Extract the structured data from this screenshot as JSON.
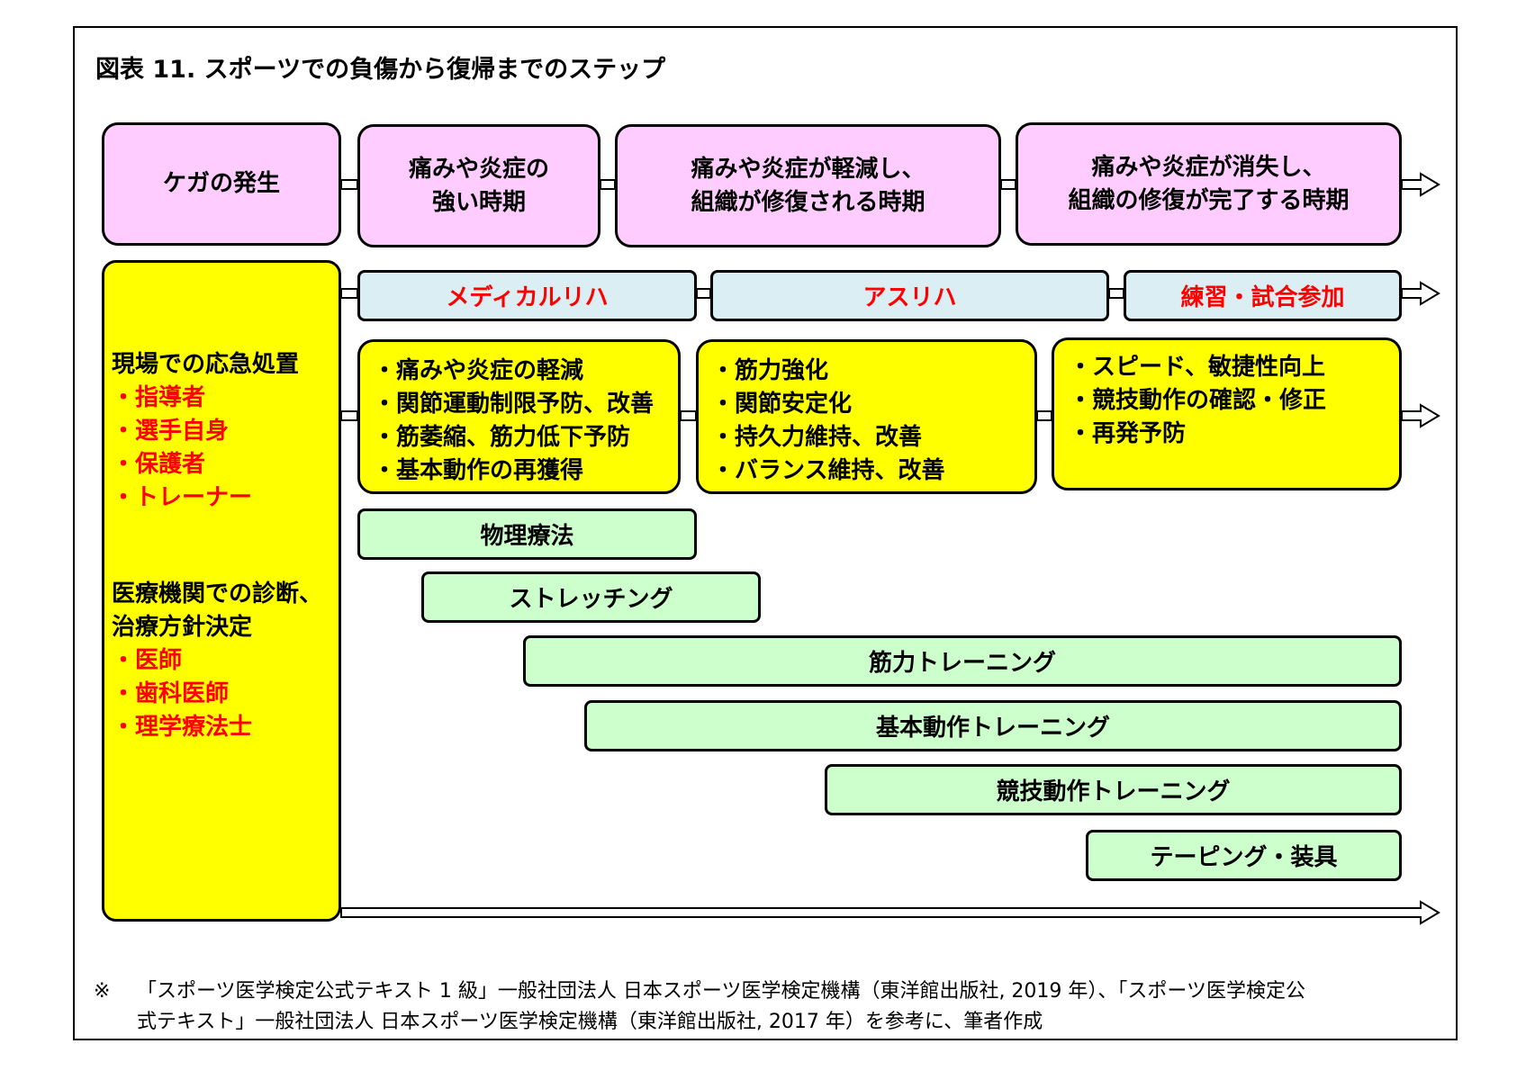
{
  "title": "図表 11.  スポーツでの負傷から復帰までのステップ",
  "phases": [
    {
      "lines": [
        "ケガの発生"
      ]
    },
    {
      "lines": [
        "痛みや炎症の",
        "強い時期"
      ]
    },
    {
      "lines": [
        "痛みや炎症が軽減し、",
        "組織が修復される時期"
      ]
    },
    {
      "lines": [
        "痛みや炎症が消失し、",
        "組織の修復が完了する時期"
      ]
    }
  ],
  "stages": [
    "メディカルリハ",
    "アスリハ",
    "練習・試合参加"
  ],
  "goals": [
    {
      "items": [
        "・痛みや炎症の軽減",
        "・関節運動制限予防、改善",
        "・筋萎縮、筋力低下予防",
        "・基本動作の再獲得"
      ]
    },
    {
      "items": [
        "・筋力強化",
        "・関節安定化",
        "・持久力維持、改善",
        "・バランス維持、改善"
      ]
    },
    {
      "items": [
        "・スピード、敏捷性向上",
        "・競技動作の確認・修正",
        "・再発予防"
      ]
    }
  ],
  "left_panel": {
    "section1_heading": "現場での応急処置",
    "section1_items": [
      "・指導者",
      "・選手自身",
      "・保護者",
      "・トレーナー"
    ],
    "section2_heading": [
      "医療機関での診断、",
      "治療方針決定"
    ],
    "section2_items": [
      "・医師",
      "・歯科医師",
      "・理学療法士"
    ]
  },
  "trainings": [
    "物理療法",
    "ストレッチング",
    "筋力トレーニング",
    "基本動作トレーニング",
    "競技動作トレーニング",
    "テーピング・装具"
  ],
  "footnote": {
    "mark": "※",
    "lines": [
      "「スポーツ医学検定公式テキスト 1 級」一般社団法人 日本スポーツ医学検定機構（東洋館出版社, 2019 年）、「スポーツ医学検定公",
      "式テキスト」一般社団法人 日本スポーツ医学検定機構（東洋館出版社,  2017 年）を参考に、筆者作成"
    ]
  },
  "colors": {
    "phase_fill": "#ffccff",
    "stage_fill": "#daeef3",
    "stage_text": "#ff0000",
    "goal_fill": "#ffff00",
    "training_fill": "#ccffcc",
    "role_text": "#ff0000"
  }
}
